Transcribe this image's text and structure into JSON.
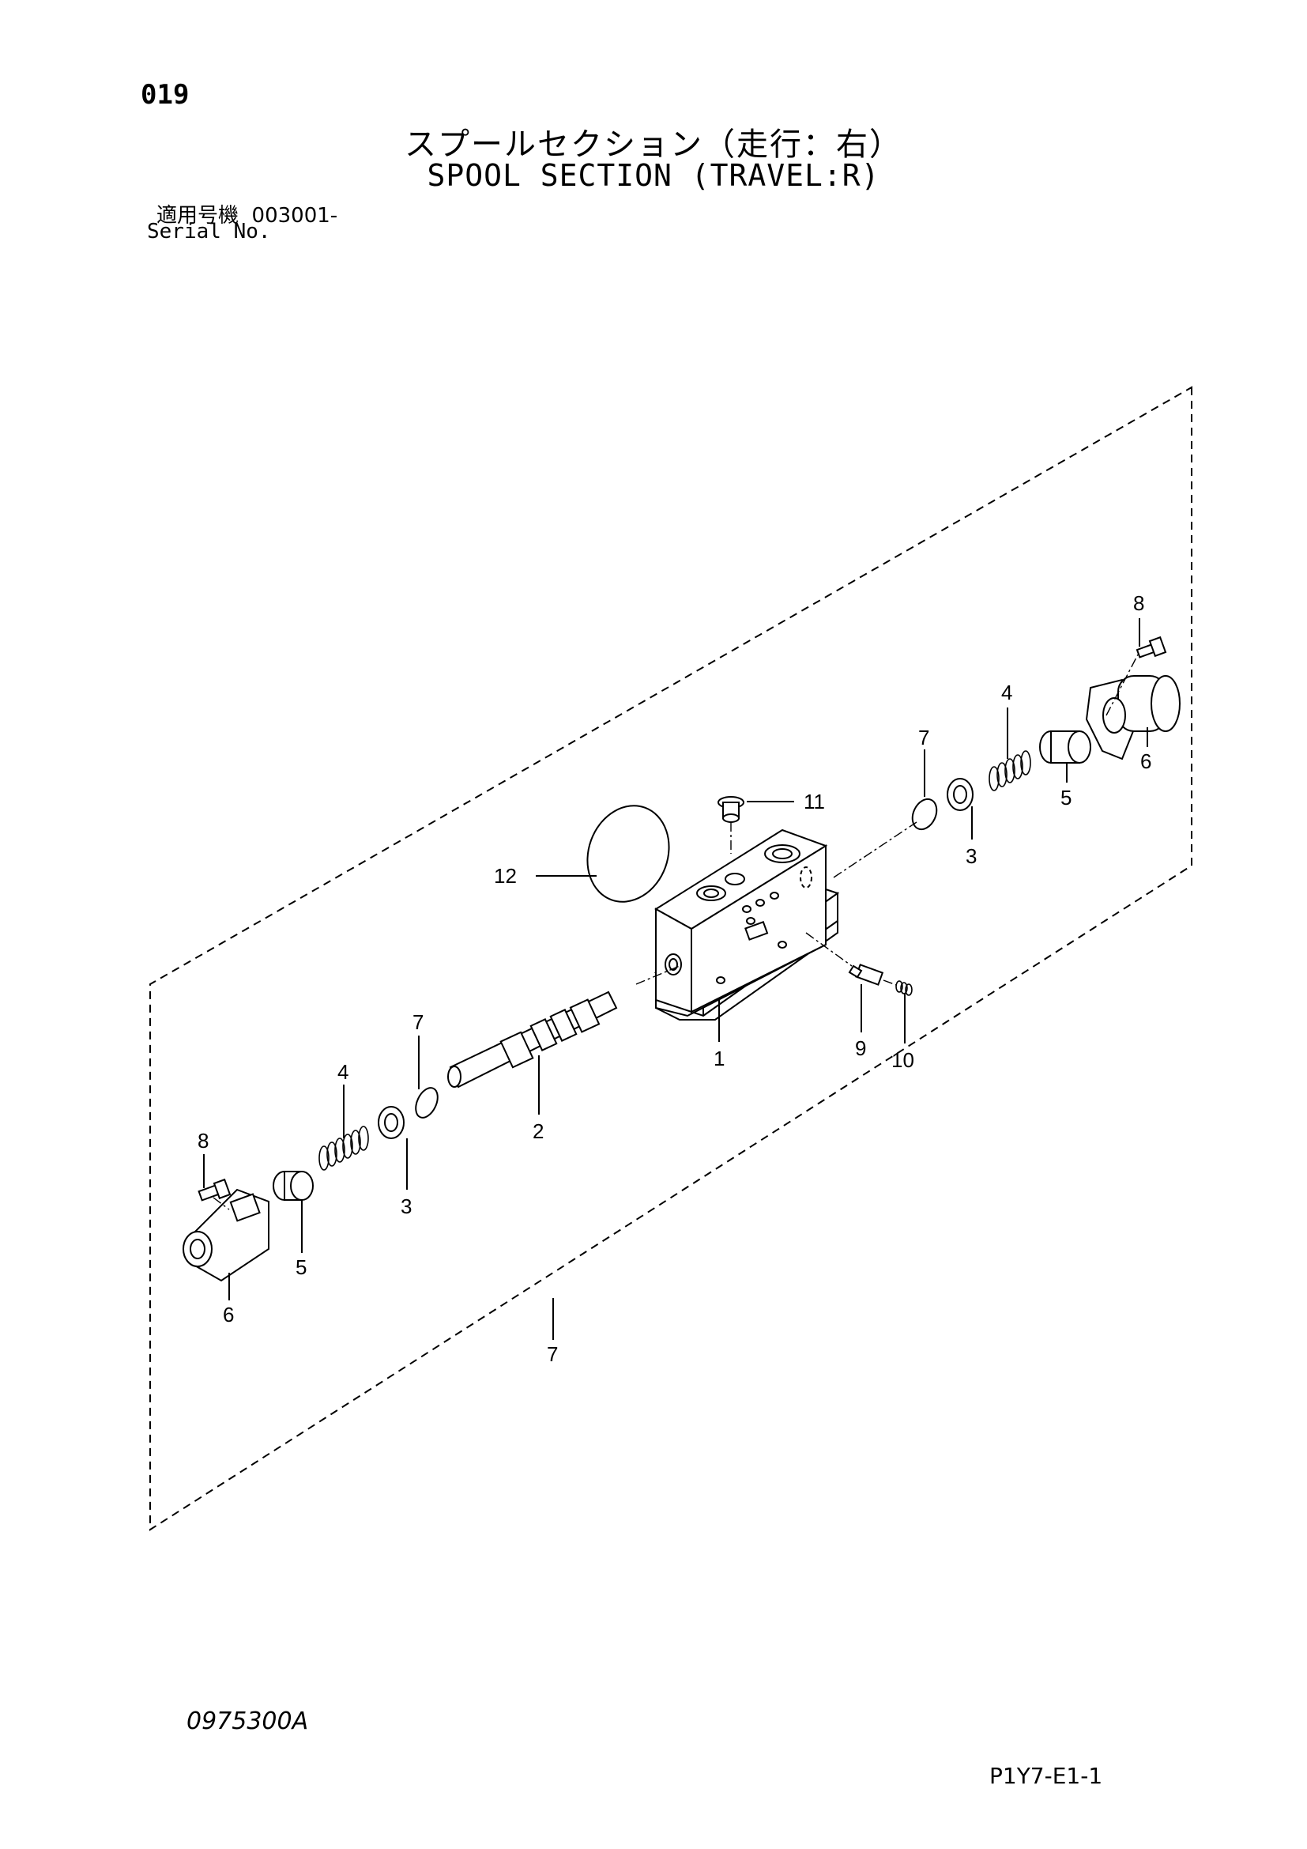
{
  "header": {
    "page_number": "019",
    "title_jp": "スプールセクション（走行：右）",
    "title_en": "SPOOL SECTION (TRAVEL:R)",
    "serial_label_jp": "適用号機",
    "serial_value": "003001-",
    "serial_label_en": "Serial No."
  },
  "callouts": {
    "part1": "1",
    "part2": "2",
    "part3_right": "3",
    "part3_left": "3",
    "part4_right": "4",
    "part4_left": "4",
    "part5_right": "5",
    "part5_left": "5",
    "part6_right": "6",
    "part6_left": "6",
    "part7_right": "7",
    "part7_left": "7",
    "part7_assembly": "7",
    "part8_right": "8",
    "part8_left": "8",
    "part9": "9",
    "part10": "10",
    "part11": "11",
    "part12": "12"
  },
  "footer": {
    "drawing_code": "0975300A",
    "page_code": "P1Y7-E1-1"
  }
}
